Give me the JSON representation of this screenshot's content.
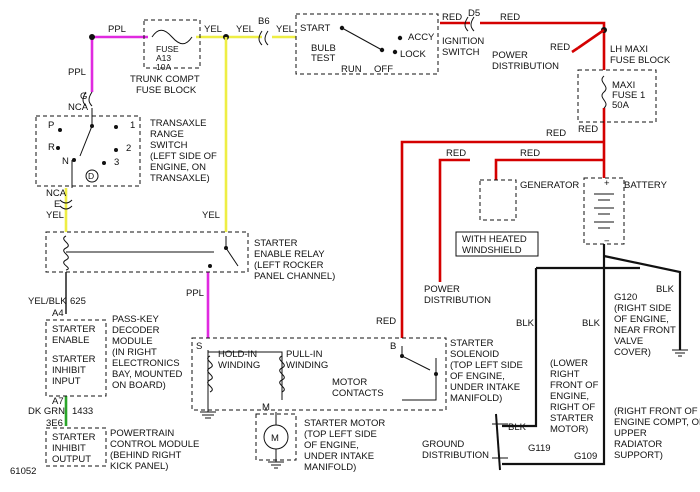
{
  "labels": {
    "ppl_top": "PPL",
    "ppl_left": "PPL",
    "ppl_relay": "PPL",
    "yel_1": "YEL",
    "yel_2": "YEL",
    "yel_3": "YEL",
    "yel_4": "YEL",
    "yel_5": "YEL",
    "b6": "B6",
    "d5": "D5",
    "red_1": "RED",
    "red_2": "RED",
    "red_3": "RED",
    "red_4": "RED",
    "red_5": "RED",
    "red_6": "RED",
    "red_7": "RED",
    "blk_1": "BLK",
    "blk_2": "BLK",
    "blk_3": "BLK",
    "blk_4": "BLK"
  },
  "fuse": {
    "name": "FUSE",
    "id": "A13",
    "rating": "10A",
    "block_line1": "TRUNK COMPT",
    "block_line2": "FUSE BLOCK"
  },
  "ignition": {
    "start": "START",
    "bulb": "BULB",
    "test": "TEST",
    "run": "RUN",
    "off": "OFF",
    "lock": "LOCK",
    "accy": "ACCY",
    "name_line1": "IGNITION",
    "name_line2": "SWITCH"
  },
  "power_dist_1": {
    "line1": "POWER",
    "line2": "DISTRIBUTION"
  },
  "maxi_block": {
    "line1": "LH MAXI",
    "line2": "FUSE BLOCK"
  },
  "maxi_fuse": {
    "line1": "MAXI",
    "line2": "FUSE 1",
    "line3": "50A"
  },
  "transaxle": {
    "g": "G",
    "nca": "NCA",
    "p": "P",
    "r": "R",
    "n": "N",
    "d": "D",
    "one": "1",
    "two": "2",
    "three": "3",
    "desc": [
      "TRANSAXLE",
      "RANGE",
      "SWITCH",
      "(LEFT SIDE OF",
      "ENGINE, ON",
      "TRANSAXLE)"
    ]
  },
  "nca2": "NCA",
  "e": "E",
  "generator": "GENERATOR",
  "battery": "BATTERY",
  "plus": "+",
  "minus": "−",
  "heated": {
    "line1": "WITH HEATED",
    "line2": "WINDSHIELD"
  },
  "power_dist_2": {
    "line1": "POWER",
    "line2": "DISTRIBUTION"
  },
  "relay": [
    "STARTER",
    "ENABLE RELAY",
    "(LEFT ROCKER",
    "PANEL CHANNEL)"
  ],
  "yelblk": "YEL/BLK",
  "c625": "625",
  "a4": "A4",
  "a7": "A7",
  "passkey": {
    "enable1": "STARTER",
    "enable2": "ENABLE",
    "inhibit1": "STARTER",
    "inhibit2": "INHIBIT",
    "inhibit3": "INPUT",
    "desc": [
      "PASS-KEY",
      "DECODER",
      "MODULE",
      "(IN RIGHT",
      "ELECTRONICS",
      "BAY, MOUNTED",
      "ON BOARD)"
    ]
  },
  "dkgrn": "DK GRN",
  "c1433": "1433",
  "c3e6": "3E6",
  "pcm": {
    "inhibit1": "STARTER",
    "inhibit2": "INHIBIT",
    "inhibit3": "OUTPUT",
    "desc": [
      "POWERTRAIN",
      "CONTROL MODULE",
      "(BEHIND RIGHT",
      "KICK PANEL)"
    ]
  },
  "solenoid": {
    "s": "S",
    "b": "B",
    "m": "M",
    "holdin1": "HOLD-IN",
    "holdin2": "WINDING",
    "pullin1": "PULL-IN",
    "pullin2": "WINDING",
    "contacts1": "MOTOR",
    "contacts2": "CONTACTS",
    "desc": [
      "STARTER",
      "SOLENOID",
      "(TOP LEFT SIDE",
      "OF ENGINE,",
      "UNDER INTAKE",
      "MANIFOLD)"
    ]
  },
  "motor": {
    "m": "M",
    "desc": [
      "STARTER MOTOR",
      "(TOP LEFT SIDE",
      "OF ENGINE,",
      "UNDER INTAKE",
      "MANIFOLD)"
    ]
  },
  "g120": [
    "G120",
    "(RIGHT SIDE",
    "OF ENGINE,",
    "NEAR FRONT",
    "VALVE",
    "COVER)"
  ],
  "lower_right": [
    "(LOWER",
    "RIGHT",
    "FRONT OF",
    "ENGINE,",
    "RIGHT OF",
    "STARTER",
    "MOTOR)"
  ],
  "right_front": [
    "(RIGHT FRONT OF",
    "ENGINE COMPT, ON",
    "UPPER",
    "RADIATOR",
    "SUPPORT)"
  ],
  "ground_dist": {
    "line1": "GROUND",
    "line2": "DISTRIBUTION"
  },
  "g119": "G119",
  "g109": "G109",
  "fig_id": "61052"
}
